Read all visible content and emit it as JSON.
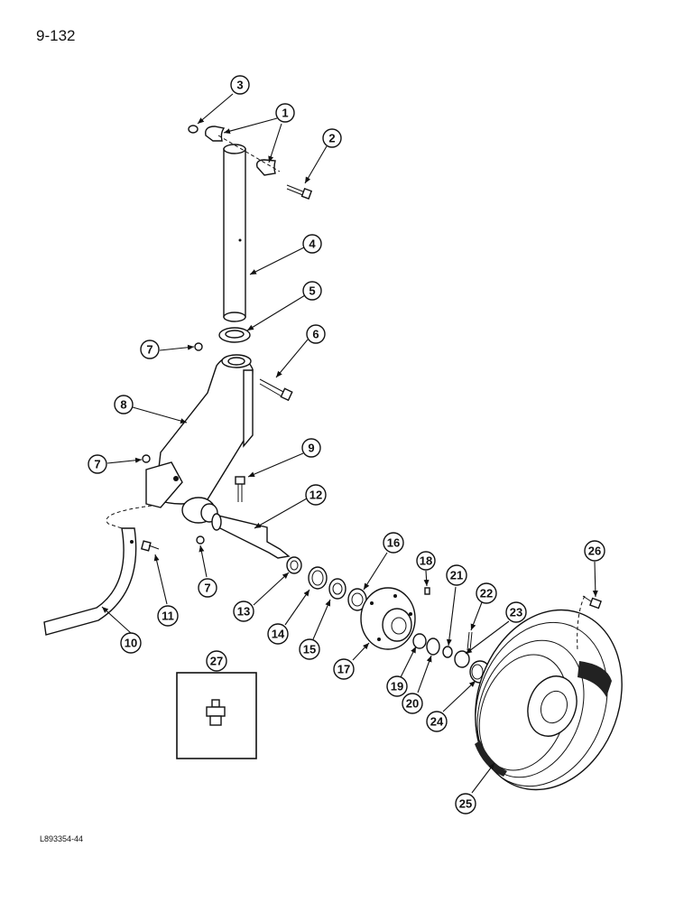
{
  "page_number": "9-132",
  "figure_code": "L893354-44",
  "callouts": [
    "1",
    "2",
    "3",
    "4",
    "5",
    "6",
    "7",
    "7",
    "7",
    "8",
    "9",
    "10",
    "11",
    "12",
    "13",
    "14",
    "15",
    "16",
    "17",
    "18",
    "19",
    "20",
    "21",
    "22",
    "23",
    "24",
    "25",
    "26",
    "27"
  ]
}
